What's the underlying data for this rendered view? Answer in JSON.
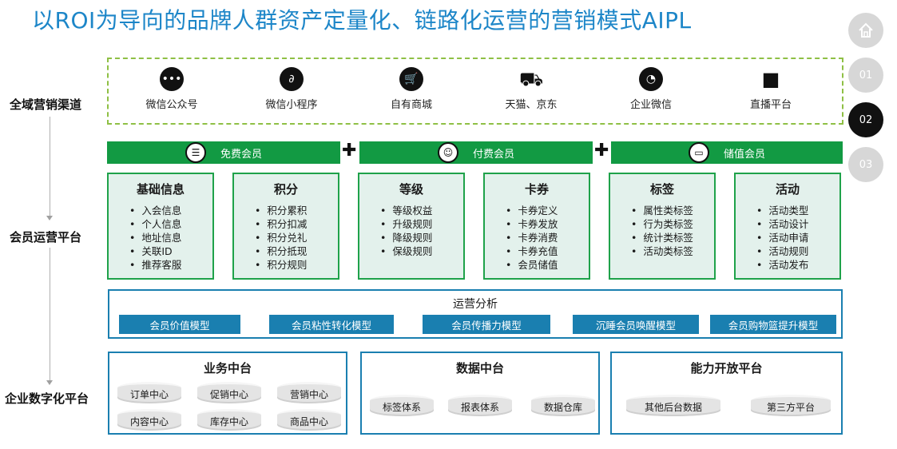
{
  "title": "以ROI为导向的品牌人群资产定量化、链路化运营的营销模式AIPL",
  "nav": {
    "home_icon": "home-icon",
    "items": [
      "01",
      "02",
      "03"
    ],
    "active": "02"
  },
  "rows": {
    "channels": "全域营销渠道",
    "members": "会员运营平台",
    "enterprise": "企业数字化平台"
  },
  "channels": [
    {
      "label": "微信公众号",
      "icon": "wechat-icon"
    },
    {
      "label": "微信小程序",
      "icon": "mini-program-icon"
    },
    {
      "label": "自有商城",
      "icon": "cart-icon"
    },
    {
      "label": "天猫、京东",
      "icon": "shopping-cart-icon"
    },
    {
      "label": "企业微信",
      "icon": "work-wechat-icon"
    },
    {
      "label": "直播平台",
      "icon": "live-camera-icon"
    }
  ],
  "tiers": [
    {
      "label": "免费会员",
      "icon": "member-card-icon"
    },
    {
      "label": "付费会员",
      "icon": "paid-member-icon"
    },
    {
      "label": "储值会员",
      "icon": "stored-value-icon"
    }
  ],
  "cards": [
    {
      "title": "基础信息",
      "items": [
        "入会信息",
        "个人信息",
        "地址信息",
        "关联ID",
        "推荐客服"
      ]
    },
    {
      "title": "积分",
      "items": [
        "积分累积",
        "积分扣减",
        "积分兑礼",
        "积分抵现",
        "积分规则"
      ]
    },
    {
      "title": "等级",
      "items": [
        "等级权益",
        "升级规则",
        "降级规则",
        "保级规则"
      ]
    },
    {
      "title": "卡券",
      "items": [
        "卡券定义",
        "卡券发放",
        "卡券消费",
        "卡券充值",
        "会员储值"
      ]
    },
    {
      "title": "标签",
      "items": [
        "属性类标签",
        "行为类标签",
        "统计类标签",
        "活动类标签"
      ]
    },
    {
      "title": "活动",
      "items": [
        "活动类型",
        "活动设计",
        "活动申请",
        "活动规则",
        "活动发布"
      ]
    }
  ],
  "ops": {
    "title": "运营分析",
    "models": [
      "会员价值模型",
      "会员粘性转化模型",
      "会员传播力模型",
      "沉睡会员唤醒模型",
      "会员购物篮提升模型"
    ]
  },
  "platforms": [
    {
      "title": "业务中台",
      "items": [
        "订单中心",
        "促销中心",
        "营销中心",
        "内容中心",
        "库存中心",
        "商品中心"
      ]
    },
    {
      "title": "数据中台",
      "items": [
        "标签体系",
        "报表体系",
        "数据仓库"
      ]
    },
    {
      "title": "能力开放平台",
      "items": [
        "其他后台数据",
        "第三方平台"
      ]
    }
  ],
  "colors": {
    "title": "#1d86c8",
    "green": "#129a43",
    "card_bg": "#e3f1ec",
    "blue": "#1a7fb0",
    "dashed": "#8fc045"
  }
}
